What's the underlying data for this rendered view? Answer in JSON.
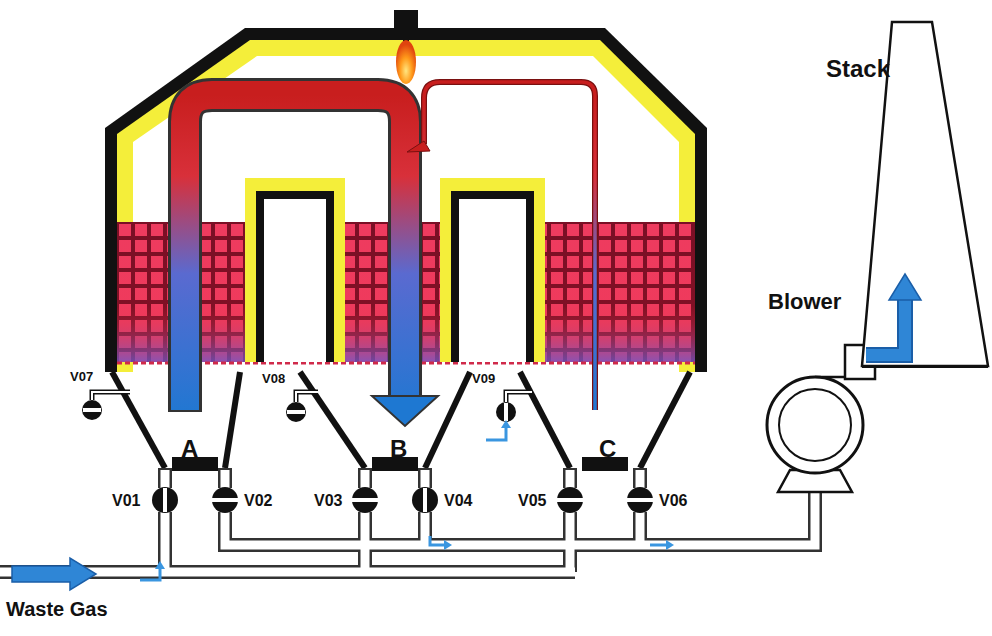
{
  "diagram": {
    "labels": [
      "Stack",
      "Blower",
      "V07",
      "V08",
      "V09",
      "A",
      "B",
      "C",
      "V01",
      "V02",
      "V03",
      "V04",
      "V05",
      "V06",
      "Waste Gas"
    ]
  }
}
